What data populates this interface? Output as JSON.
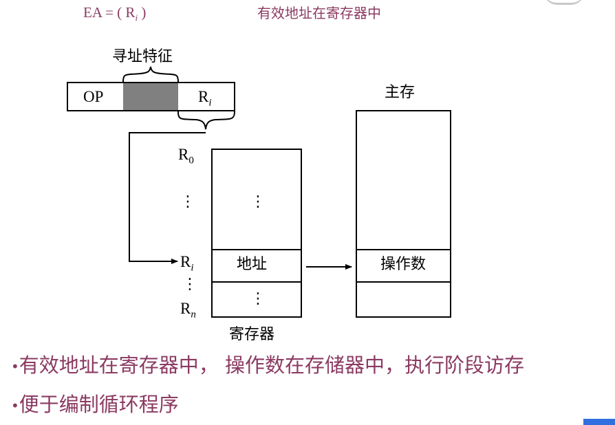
{
  "header": {
    "formula_left": "EA = ( R",
    "formula_sub": "i",
    "formula_right": " )",
    "subtitle": "有效地址在寄存器中",
    "color": "#8b3a62"
  },
  "instruction": {
    "bracket_label": "寻址特征",
    "op": "OP",
    "ri_main": "R",
    "ri_sub": "i"
  },
  "registers": {
    "r0_main": "R",
    "r0_sub": "0",
    "ri_main": "R",
    "ri_sub": "i",
    "rn_main": "R",
    "rn_sub": "n",
    "dots": "⋮",
    "cell_label": "地址",
    "caption": "寄存器"
  },
  "memory": {
    "title": "主存",
    "cell_label": "操作数"
  },
  "bullets": [
    "有效地址在寄存器中， 操作数在存储器中，执行阶段访存",
    "便于编制循环程序"
  ],
  "colors": {
    "text_accent": "#8b3a62",
    "shaded_field": "#808080",
    "corner_tab": "#2f6fe0"
  }
}
